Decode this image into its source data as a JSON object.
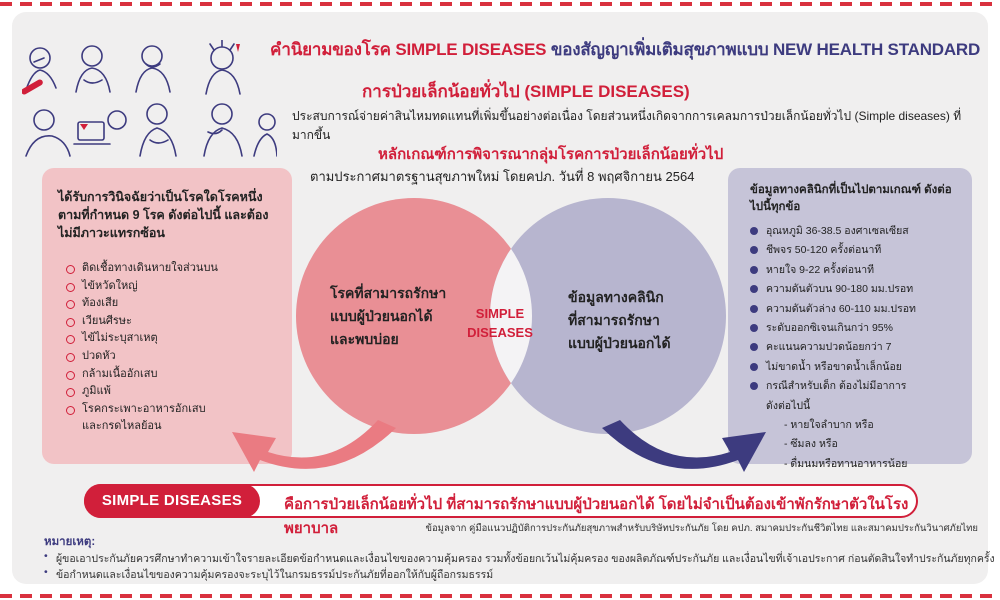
{
  "colors": {
    "accent_red": "#d11f3a",
    "accent_navy": "#3d3b7f",
    "left_box": "#f2c3c6",
    "right_box": "#c6c4d8",
    "venn_left": "#e98f95",
    "venn_right": "#b7b5cf"
  },
  "header": {
    "title_part1": "คำนิยามของโรค SIMPLE DISEASES",
    "title_part2": " ของสัญญาเพิ่มเติมสุขภาพแบบ NEW HEALTH STANDARD",
    "subtitle": "การป่วยเล็กน้อยทั่วไป (SIMPLE DISEASES)",
    "description": "ประสบการณ์จ่ายค่าสินไหมทดแทนที่เพิ่มขึ้นอย่างต่อเนื่อง โดยส่วนหนึ่งเกิดจากการเคลมการป่วยเล็กน้อยทั่วไป (Simple diseases) ที่มากขึ้น",
    "criteria_title": "หลักเกณฑ์การพิจารณากลุ่มโรคการป่วยเล็กน้อยทั่วไป",
    "criteria_subtitle": "ตามประกาศมาตรฐานสุขภาพใหม่ โดยคปภ. วันที่ 8 พฤศจิกายน 2564"
  },
  "left_box": {
    "intro": "ได้รับการวินิจฉัยว่าเป็นโรคใดโรคหนึ่ง ตามที่กำหนด 9 โรค ดังต่อไปนี้ และต้องไม่มีภาวะแทรกซ้อน",
    "items": [
      "ติดเชื้อทางเดินหายใจส่วนบน",
      "ไข้หวัดใหญ่",
      "ท้องเสีย",
      "เวียนศีรษะ",
      "ไข้ไม่ระบุสาเหตุ",
      "ปวดหัว",
      "กล้ามเนื้ออักเสบ",
      "ภูมิแพ้",
      "โรคกระเพาะอาหารอักเสบ และกรดไหลย้อน"
    ]
  },
  "right_box": {
    "intro": "ข้อมูลทางคลินิกที่เป็นไปตามเกณฑ์ ดังต่อไปนี้ทุกข้อ",
    "items": [
      "อุณหภูมิ 36-38.5 องศาเซลเซียส",
      "ชีพจร 50-120 ครั้งต่อนาที",
      "หายใจ 9-22 ครั้งต่อนาที",
      "ความดันตัวบน 90-180 มม.ปรอท",
      "ความดันตัวล่าง 60-110 มม.ปรอท",
      "ระดับออกซิเจนเกินกว่า 95%",
      "คะแนนความปวดน้อยกว่า 7",
      "ไม่ขาดน้ำ หรือขาดน้ำเล็กน้อย",
      "กรณีสำหรับเด็ก ต้องไม่มีอาการ ดังต่อไปนี้"
    ],
    "sub_items": [
      "- หายใจลำบาก หรือ",
      "- ซึมลง หรือ",
      "- ดื่มนมหรือทานอาหารน้อย"
    ]
  },
  "venn": {
    "left_line1": "โรคที่สามารถรักษา",
    "left_line2": "แบบผู้ป่วยนอกได้",
    "left_line3": "และพบบ่อย",
    "center_line1": "SIMPLE",
    "center_line2": "DISEASES",
    "right_line1": "ข้อมูลทางคลินิก",
    "right_line2": "ที่สามารถรักษา",
    "right_line3": "แบบผู้ป่วยนอกได้"
  },
  "definition_bar": {
    "label": "SIMPLE DISEASES",
    "text": "คือการป่วยเล็กน้อยทั่วไป ที่สามารถรักษาแบบผู้ป่วยนอกได้ โดยไม่จำเป็นต้องเข้าพักรักษาตัวในโรงพยาบาล"
  },
  "source": "ข้อมูลจาก คู่มือแนวปฏิบัติการประกันภัยสุขภาพสำหรับบริษัทประกันภัย โดย คปภ. สมาคมประกันชีวิตไทย และสมาคมประกันวินาศภัยไทย",
  "notes": {
    "title": "หมายเหตุ:",
    "items": [
      "ผู้ขอเอาประกันภัยควรศึกษาทำความเข้าใจรายละเอียดข้อกำหนดและเงื่อนไขของความคุ้มครอง รวมทั้งข้อยกเว้นไม่คุ้มครอง ของผลิตภัณฑ์ประกันภัย และเงื่อนไขที่เจ้าเอประกาศ ก่อนตัดสินใจทำประกันภัยทุกครั้ง",
      "ข้อกำหนดและเงื่อนไขของความคุ้มครองจะระบุไว้ในกรมธรรม์ประกันภัยที่ออกให้กับผู้ถือกรมธรรม์"
    ]
  }
}
